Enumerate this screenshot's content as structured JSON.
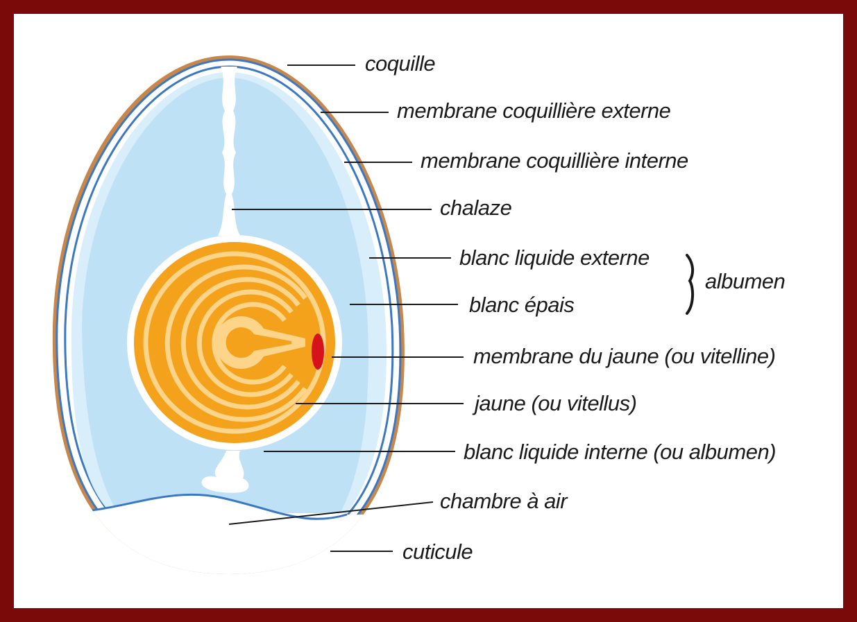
{
  "colors": {
    "frame": "#7a0a0a",
    "background": "#ffffff",
    "shell": "#c8874a",
    "membrane": "#3b78c4",
    "albumen": "#bfe1f5",
    "yolk": "#f4a21c",
    "yolk_light": "#fcd48a",
    "germinal_disc": "#d6131b",
    "leader": "#1a1a1a"
  },
  "labels": {
    "coquille": "coquille",
    "membrane_externe": "membrane coquillière externe",
    "membrane_interne": "membrane coquillière interne",
    "chalaze": "chalaze",
    "blanc_liquide_externe": "blanc liquide externe",
    "blanc_epais": "blanc épais",
    "albumen": "albumen",
    "membrane_jaune": "membrane du jaune (ou vitelline)",
    "jaune": "jaune (ou vitellus)",
    "blanc_liquide_interne": "blanc liquide interne (ou albumen)",
    "chambre_air": "chambre à air",
    "cuticule": "cuticule"
  }
}
